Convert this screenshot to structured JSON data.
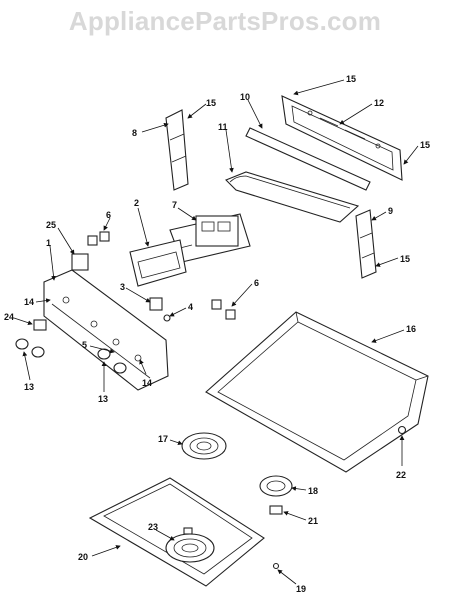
{
  "watermark": "AppliancePartsPros.com",
  "callouts": {
    "c1": "1",
    "c2": "2",
    "c3": "3",
    "c4": "4",
    "c5": "5",
    "c6a": "6",
    "c6b": "6",
    "c7": "7",
    "c8": "8",
    "c9": "9",
    "c10": "10",
    "c11": "11",
    "c12": "12",
    "c13a": "13",
    "c13b": "13",
    "c14a": "14",
    "c14b": "14",
    "c15a": "15",
    "c15b": "15",
    "c15c": "15",
    "c15d": "15",
    "c16": "16",
    "c17": "17",
    "c18": "18",
    "c19": "19",
    "c20": "20",
    "c21": "21",
    "c22": "22",
    "c23": "23",
    "c24": "24",
    "c25": "25"
  }
}
